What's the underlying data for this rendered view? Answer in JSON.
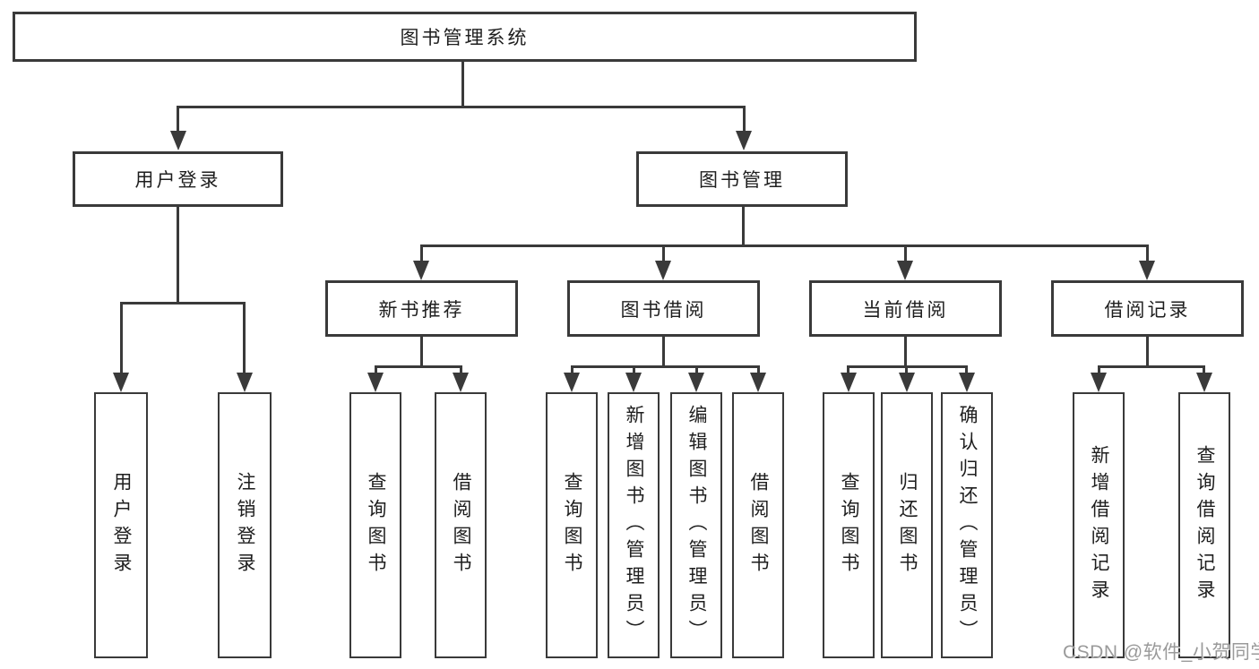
{
  "diagram_type": "hierarchy-tree",
  "tree": {
    "label": "图书管理系统",
    "children": [
      {
        "label": "用户登录",
        "children": [
          {
            "label": "用户登录"
          },
          {
            "label": "注销登录"
          }
        ]
      },
      {
        "label": "图书管理",
        "children": [
          {
            "label": "新书推荐",
            "children": [
              {
                "label": "查询图书"
              },
              {
                "label": "借阅图书"
              }
            ]
          },
          {
            "label": "图书借阅",
            "children": [
              {
                "label": "查询图书"
              },
              {
                "label": "新增图书（管理员）"
              },
              {
                "label": "编辑图书（管理员）"
              },
              {
                "label": "借阅图书"
              }
            ]
          },
          {
            "label": "当前借阅",
            "children": [
              {
                "label": "查询图书"
              },
              {
                "label": "归还图书"
              },
              {
                "label": "确认归还（管理员）"
              }
            ]
          },
          {
            "label": "借阅记录",
            "children": [
              {
                "label": "新增借阅记录"
              },
              {
                "label": "查询借阅记录"
              }
            ]
          }
        ]
      }
    ]
  },
  "watermark": {
    "text": "CSDN @软件_小贺同学"
  },
  "colors": {
    "line": "#3a3a3a",
    "text": "#1e1e1e",
    "background": "#ffffff",
    "watermark": "#9a9a9a"
  }
}
